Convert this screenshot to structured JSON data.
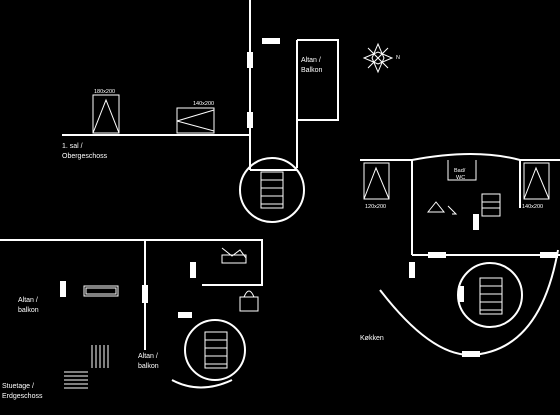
{
  "labels": {
    "altan_top_1": "Altan /",
    "altan_top_2": "Balkon",
    "floor1_1": "1. sal /",
    "floor1_2": "Obergeschoss",
    "bed_140x200": "140x200",
    "bed_180x200_top": "180x200",
    "altan_left_1": "Altan /",
    "altan_left_2": "balkon",
    "altan_mid_1": "Altan /",
    "altan_mid_2": "balkon",
    "ground_1": "Stuetage /",
    "ground_2": "Erdgeschoss",
    "bed_right_1": "120x200",
    "bed_right_2": "140x200",
    "bad_1": "Bad/",
    "bad_2": "WC",
    "kokken": "Køkken",
    "compass_n": "N"
  },
  "colors": {
    "background": "#000000",
    "lines": "#ffffff"
  }
}
